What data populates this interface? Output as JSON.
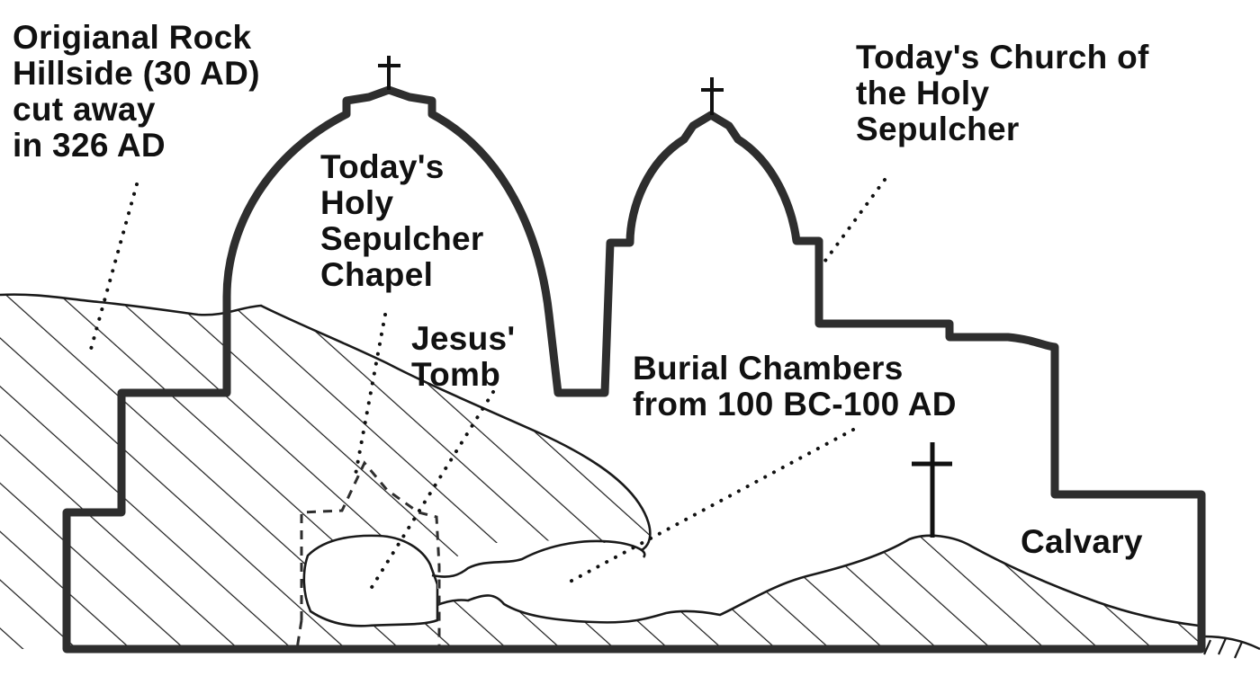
{
  "diagram": {
    "title": "Cross-section of the Church of the Holy Sepulcher",
    "colors": {
      "ink": "#111111",
      "wall": "#2e2e2e",
      "background": "#ffffff"
    },
    "labels": {
      "rock_hillside": {
        "lines": [
          "Origianal Rock",
          "Hillside (30 AD)",
          "cut away",
          "in 326 AD"
        ]
      },
      "church": {
        "lines": [
          "Today's Church of",
          "the Holy",
          "Sepulcher"
        ]
      },
      "chapel": {
        "lines": [
          "Today's",
          "Holy",
          "Sepulcher",
          "Chapel"
        ]
      },
      "tomb": {
        "lines": [
          "Jesus'",
          "Tomb"
        ]
      },
      "burial_chambers": {
        "lines": [
          "Burial Chambers",
          "from 100 BC-100 AD"
        ]
      },
      "calvary": {
        "lines": [
          "Calvary"
        ]
      }
    },
    "icons": [
      "cross-icon",
      "dome-left",
      "dome-right",
      "cross-calvary-icon"
    ]
  }
}
